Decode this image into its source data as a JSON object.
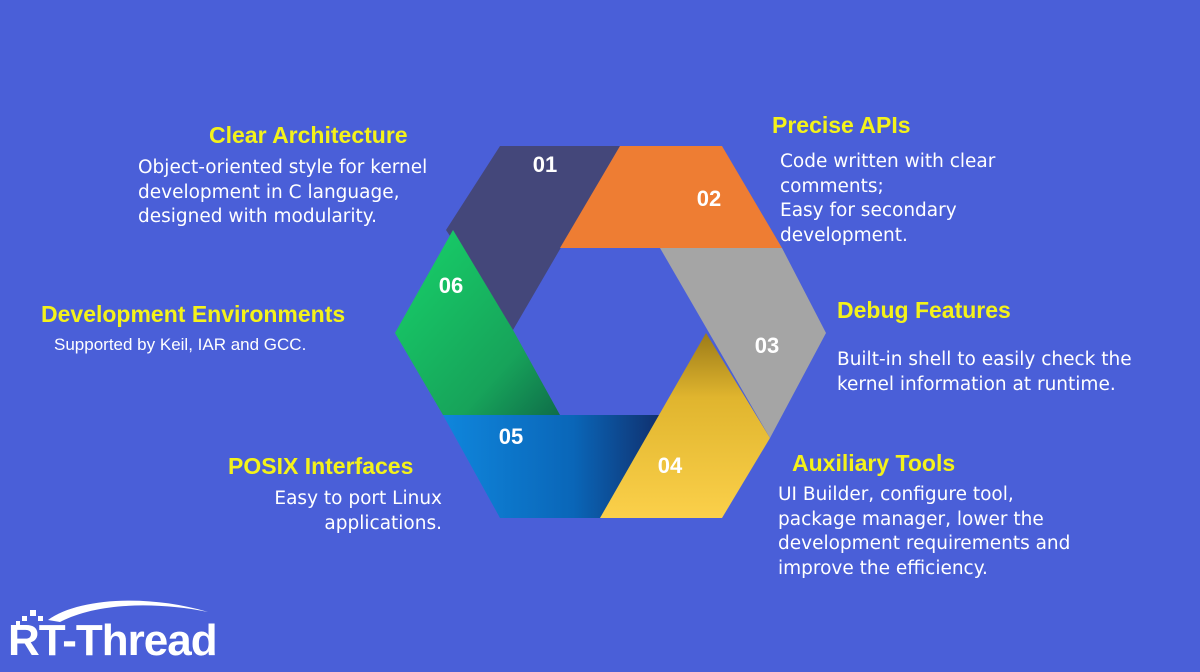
{
  "features": [
    {
      "num": "01",
      "title": "Clear Architecture",
      "desc": "Object-oriented style for kernel\ndevelopment in C language,\ndesigned with modularity.",
      "color": "#44477a"
    },
    {
      "num": "02",
      "title": "Precise APIs",
      "desc": "Code written with clear\ncomments;\nEasy for secondary\ndevelopment.",
      "color": "#ee7d33"
    },
    {
      "num": "03",
      "title": "Debug Features",
      "desc": "Built-in shell to easily check the\nkernel information at runtime.",
      "color": "#a5a5a5"
    },
    {
      "num": "04",
      "title": "Auxiliary Tools",
      "desc": "UI Builder, configure tool,\npackage manager, lower the\ndevelopment requirements and\nimprove the efficiency.",
      "color": "#f7c843"
    },
    {
      "num": "05",
      "title": "POSIX Interfaces",
      "desc": "Easy to port Linux\napplications.",
      "color": "#0b73c9"
    },
    {
      "num": "06",
      "title": "Development Environments",
      "desc": "Supported by Keil, IAR and GCC.",
      "color": "#1ec05e"
    }
  ],
  "logo": {
    "text": "RT-Thread",
    "icon": "swoosh-icon"
  },
  "colors": {
    "background": "#4a5fd8",
    "title": "#f4f21a"
  }
}
